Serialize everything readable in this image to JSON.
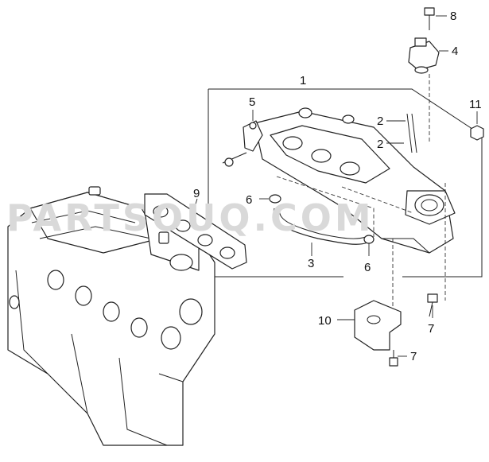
{
  "watermark": {
    "text": "PARTSOUQ.COM"
  },
  "callouts": {
    "c1": "1",
    "c2a": "2",
    "c2b": "2",
    "c3": "3",
    "c4": "4",
    "c5": "5",
    "c6a": "6",
    "c6b": "6",
    "c7a": "7",
    "c7b": "7",
    "c8": "8",
    "c9": "9",
    "c10": "10",
    "c11": "11"
  },
  "colors": {
    "line": "#222222",
    "watermark": "#d9d9d9",
    "background": "#ffffff"
  }
}
